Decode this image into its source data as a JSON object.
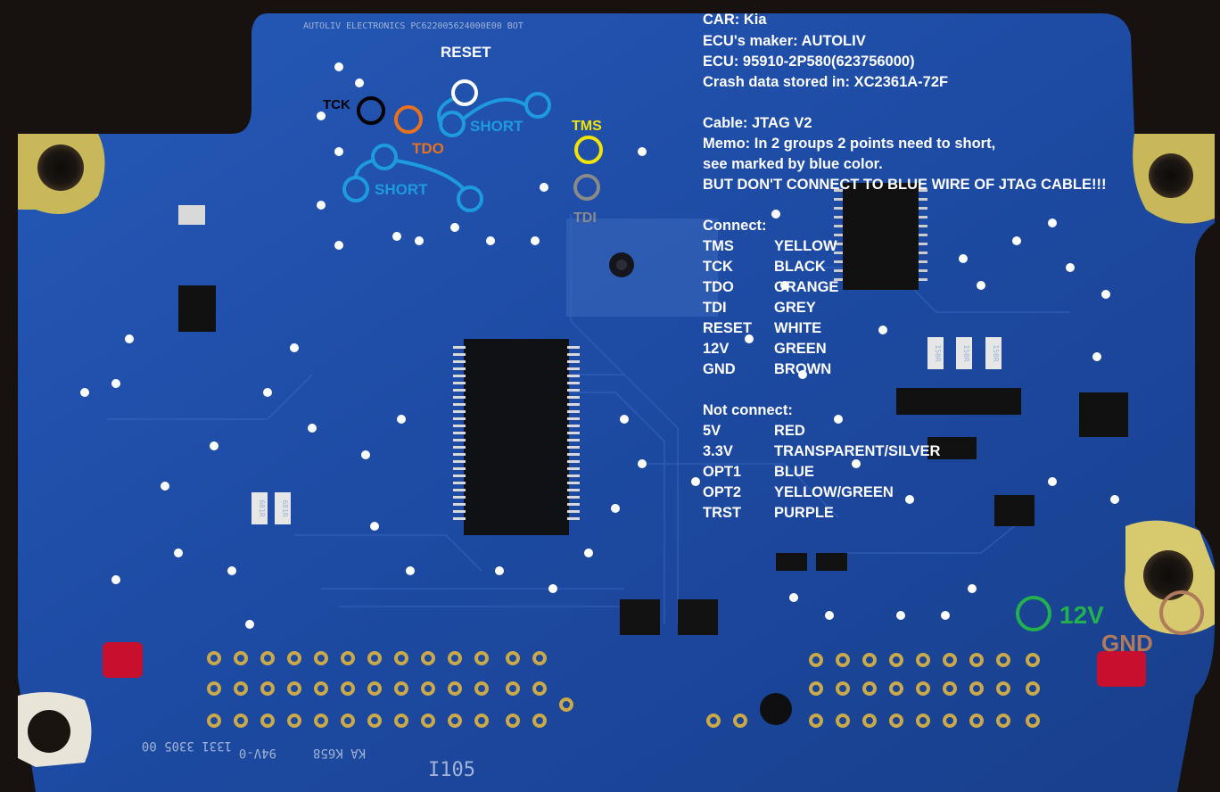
{
  "notes": {
    "car": "CAR: Kia",
    "maker": "ECU's maker: AUTOLIV",
    "ecu": "ECU: 95910-2P580(623756000)",
    "crash": "Crash data stored in: XC2361A-72F",
    "cable": "Cable:  JTAG V2",
    "memo1": "Memo: In 2 groups 2 points need to short,",
    "memo2": "see marked by blue color.",
    "memo3": "BUT DON'T CONNECT TO BLUE WIRE OF JTAG CABLE!!!",
    "connect_title": "Connect:",
    "connect": [
      {
        "pin": "TMS",
        "color": "YELLOW"
      },
      {
        "pin": "TCK",
        "color": "BLACK"
      },
      {
        "pin": "TDO",
        "color": "ORANGE"
      },
      {
        "pin": "TDI",
        "color": "GREY"
      },
      {
        "pin": "RESET",
        "color": "WHITE"
      },
      {
        "pin": "12V",
        "color": "GREEN"
      },
      {
        "pin": "GND",
        "color": "BROWN"
      }
    ],
    "noconnect_title": "Not connect:",
    "noconnect": [
      {
        "pin": "5V",
        "color": "RED"
      },
      {
        "pin": "3.3V",
        "color": "TRANSPARENT/SILVER"
      },
      {
        "pin": "OPT1",
        "color": "BLUE"
      },
      {
        "pin": "OPT2",
        "color": "YELLOW/GREEN"
      },
      {
        "pin": "TRST",
        "color": "PURPLE"
      }
    ]
  },
  "labels": {
    "reset": "RESET",
    "tck": "TCK",
    "tdo": "TDO",
    "tms": "TMS",
    "tdi": "TDI",
    "short1": "SHORT",
    "short2": "SHORT",
    "v12": "12V",
    "gnd": "GND"
  },
  "silkscreen": {
    "top": "AUTOLIV ELECTRONICS  PC622005624000E00  BOT",
    "code1": "KA K658",
    "code2": "94V-0",
    "code3": "1331 3305 00",
    "code4": "I105",
    "res1": "150R",
    "res2": "150R",
    "res3": "150R",
    "res4": "681R",
    "res5": "681R"
  },
  "colors": {
    "board": "#1f4fa8",
    "pin_tms": "#f2e400",
    "pin_tck": "#000000",
    "pin_tdo": "#e8711e",
    "pin_tdi": "#8a8a8a",
    "pin_reset": "#ffffff",
    "pin_12v": "#22b14c",
    "pin_gnd": "#b07a5c",
    "short": "#1e9ae0"
  }
}
